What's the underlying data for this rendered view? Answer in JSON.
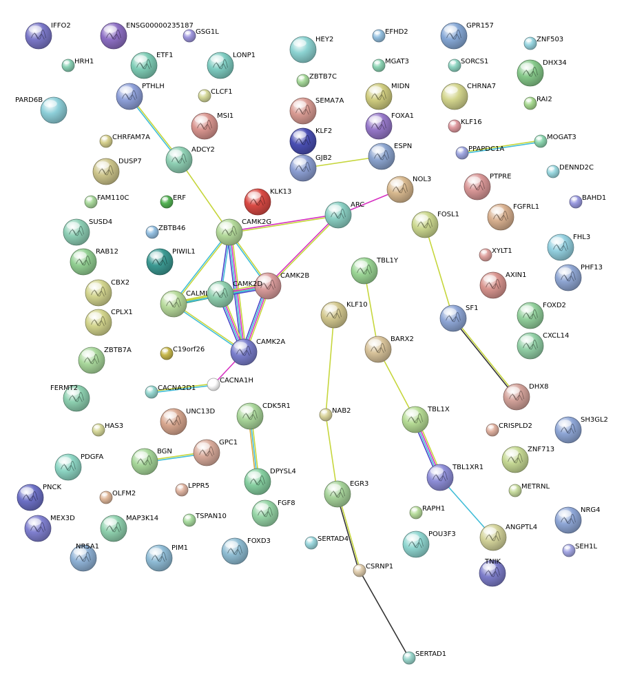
{
  "nodes": [
    {
      "id": "IFFO2",
      "label": "IFFO2",
      "size": "l",
      "color": "#7b78c9",
      "struct": true
    },
    {
      "id": "ENSG00000235187",
      "label": "ENSG00000235187",
      "size": "l",
      "color": "#8d6fc4",
      "struct": true
    },
    {
      "id": "GSG1L",
      "label": "GSG1L",
      "size": "s",
      "color": "#9e96dd",
      "struct": false
    },
    {
      "id": "HRH1",
      "label": "HRH1",
      "size": "s",
      "color": "#8ad1b5",
      "struct": false
    },
    {
      "id": "ETF1",
      "label": "ETF1",
      "size": "l",
      "color": "#7fcdb6",
      "struct": true
    },
    {
      "id": "LONP1",
      "label": "LONP1",
      "size": "l",
      "color": "#7fcdc2",
      "struct": true
    },
    {
      "id": "HEY2",
      "label": "HEY2",
      "size": "l",
      "color": "#8cd3d2",
      "struct": false
    },
    {
      "id": "EFHD2",
      "label": "EFHD2",
      "size": "s",
      "color": "#94c0e0",
      "struct": false
    },
    {
      "id": "GPR157",
      "label": "GPR157",
      "size": "l",
      "color": "#86a8d6",
      "struct": true
    },
    {
      "id": "ZNF503",
      "label": "ZNF503",
      "size": "s",
      "color": "#97d5e0",
      "struct": false
    },
    {
      "id": "MGAT3",
      "label": "MGAT3",
      "size": "s",
      "color": "#8cd4b4",
      "struct": false
    },
    {
      "id": "SORCS1",
      "label": "SORCS1",
      "size": "s",
      "color": "#8ed4c1",
      "struct": false
    },
    {
      "id": "DHX34",
      "label": "DHX34",
      "size": "l",
      "color": "#86c98a",
      "struct": true
    },
    {
      "id": "PARD6B",
      "label": "PARD6B",
      "size": "l",
      "color": "#8dcfd9",
      "struct": false
    },
    {
      "id": "PTHLH",
      "label": "PTHLH",
      "size": "l",
      "color": "#8ea0d9",
      "struct": true
    },
    {
      "id": "ZBTB7C",
      "label": "ZBTB7C",
      "size": "s",
      "color": "#a6d99a",
      "struct": false
    },
    {
      "id": "CLCF1",
      "label": "CLCF1",
      "size": "s",
      "color": "#d5d89a",
      "struct": false
    },
    {
      "id": "MIDN",
      "label": "MIDN",
      "size": "l",
      "color": "#cfcc7f",
      "struct": true
    },
    {
      "id": "CHRNA7",
      "label": "CHRNA7",
      "size": "l",
      "color": "#d3d58d",
      "struct": false
    },
    {
      "id": "RAI2",
      "label": "RAI2",
      "size": "s",
      "color": "#a6d88f",
      "struct": false
    },
    {
      "id": "SEMA7A",
      "label": "SEMA7A",
      "size": "l",
      "color": "#d99b93",
      "struct": true
    },
    {
      "id": "MSI1",
      "label": "MSI1",
      "size": "l",
      "color": "#d9958f",
      "struct": true
    },
    {
      "id": "FOXA1",
      "label": "FOXA1",
      "size": "l",
      "color": "#9678c9",
      "struct": true
    },
    {
      "id": "KLF16",
      "label": "KLF16",
      "size": "s",
      "color": "#e09aa0",
      "struct": false
    },
    {
      "id": "CHRFAM7A",
      "label": "CHRFAM7A",
      "size": "s",
      "color": "#d6d08d",
      "struct": false
    },
    {
      "id": "KLF2",
      "label": "KLF2",
      "size": "l",
      "color": "#4a4fb3",
      "struct": true
    },
    {
      "id": "ESPN",
      "label": "ESPN",
      "size": "l",
      "color": "#8ba4cf",
      "struct": true
    },
    {
      "id": "MOGAT3",
      "label": "MOGAT3",
      "size": "s",
      "color": "#8cd6b0",
      "struct": false
    },
    {
      "id": "ADCY2",
      "label": "ADCY2",
      "size": "l",
      "color": "#8fd0b4",
      "struct": true
    },
    {
      "id": "GJB2",
      "label": "GJB2",
      "size": "l",
      "color": "#8c9fd3",
      "struct": true
    },
    {
      "id": "PPAPDC1A",
      "label": "PPAPDC1A",
      "size": "s",
      "color": "#9ea6e0",
      "struct": false
    },
    {
      "id": "DUSP7",
      "label": "DUSP7",
      "size": "l",
      "color": "#cdc58b",
      "struct": true
    },
    {
      "id": "DENND2C",
      "label": "DENND2C",
      "size": "s",
      "color": "#9ad8e0",
      "struct": false
    },
    {
      "id": "NOL3",
      "label": "NOL3",
      "size": "l",
      "color": "#d8b98f",
      "struct": true
    },
    {
      "id": "PTPRE",
      "label": "PTPRE",
      "size": "l",
      "color": "#d99797",
      "struct": true
    },
    {
      "id": "KLK13",
      "label": "KLK13",
      "size": "l",
      "color": "#d94a44",
      "struct": true
    },
    {
      "id": "ERF",
      "label": "ERF",
      "size": "s",
      "color": "#54b354",
      "struct": false
    },
    {
      "id": "FAM110C",
      "label": "FAM110C",
      "size": "s",
      "color": "#a9d99c",
      "struct": false
    },
    {
      "id": "BAHD1",
      "label": "BAHD1",
      "size": "s",
      "color": "#9a9ae0",
      "struct": false
    },
    {
      "id": "ARC",
      "label": "ARC",
      "size": "l",
      "color": "#8bd0c4",
      "struct": true
    },
    {
      "id": "FGFRL1",
      "label": "FGFRL1",
      "size": "l",
      "color": "#d8b08f",
      "struct": true
    },
    {
      "id": "FOSL1",
      "label": "FOSL1",
      "size": "l",
      "color": "#ccd88f",
      "struct": true
    },
    {
      "id": "SUSD4",
      "label": "SUSD4",
      "size": "l",
      "color": "#8dcfb5",
      "struct": true
    },
    {
      "id": "ZBTB46",
      "label": "ZBTB46",
      "size": "s",
      "color": "#94c0e2",
      "struct": false
    },
    {
      "id": "CAMK2G",
      "label": "CAMK2G",
      "size": "l",
      "color": "#b3d99a",
      "struct": true
    },
    {
      "id": "FHL3",
      "label": "FHL3",
      "size": "l",
      "color": "#93d0e0",
      "struct": true
    },
    {
      "id": "PIWIL1",
      "label": "PIWIL1",
      "size": "l",
      "color": "#3c9a93",
      "struct": true
    },
    {
      "id": "RAB12",
      "label": "RAB12",
      "size": "l",
      "color": "#92cf92",
      "struct": true
    },
    {
      "id": "XYLT1",
      "label": "XYLT1",
      "size": "s",
      "color": "#e0a3a0",
      "struct": false
    },
    {
      "id": "TBL1Y",
      "label": "TBL1Y",
      "size": "l",
      "color": "#9bd695",
      "struct": true
    },
    {
      "id": "PHF13",
      "label": "PHF13",
      "size": "l",
      "color": "#8fa6d3",
      "struct": true
    },
    {
      "id": "AXIN1",
      "label": "AXIN1",
      "size": "l",
      "color": "#d9958f",
      "struct": true
    },
    {
      "id": "CBX2",
      "label": "CBX2",
      "size": "l",
      "color": "#d3d58f",
      "struct": true
    },
    {
      "id": "CAMK2B",
      "label": "CAMK2B",
      "size": "l",
      "color": "#d99b9b",
      "struct": true
    },
    {
      "id": "CALML3",
      "label": "CALML3",
      "size": "l",
      "color": "#b7da9b",
      "struct": true
    },
    {
      "id": "CAMK2D",
      "label": "CAMK2D",
      "size": "l",
      "color": "#8fcfae",
      "struct": true
    },
    {
      "id": "KLF10",
      "label": "KLF10",
      "size": "l",
      "color": "#d3c88f",
      "struct": true
    },
    {
      "id": "FOXD2",
      "label": "FOXD2",
      "size": "l",
      "color": "#92d09c",
      "struct": true
    },
    {
      "id": "CPLX1",
      "label": "CPLX1",
      "size": "l",
      "color": "#d3d58d",
      "struct": true
    },
    {
      "id": "SF1",
      "label": "SF1",
      "size": "l",
      "color": "#8ea6d6",
      "struct": true
    },
    {
      "id": "CXCL14",
      "label": "CXCL14",
      "size": "l",
      "color": "#92d0a6",
      "struct": true
    },
    {
      "id": "C19orf26",
      "label": "C19orf26",
      "size": "s",
      "color": "#c7b84c",
      "struct": false
    },
    {
      "id": "BARX2",
      "label": "BARX2",
      "size": "l",
      "color": "#d8c39a",
      "struct": true
    },
    {
      "id": "CAMK2A",
      "label": "CAMK2A",
      "size": "l",
      "color": "#7a7ecc",
      "struct": true
    },
    {
      "id": "ZBTB7A",
      "label": "ZBTB7A",
      "size": "l",
      "color": "#a9d89c",
      "struct": true
    },
    {
      "id": "FERMT2",
      "label": "FERMT2",
      "size": "l",
      "color": "#8dd0b0",
      "struct": true
    },
    {
      "id": "CACNA2D1",
      "label": "CACNA2D1",
      "size": "s",
      "color": "#96d7d0",
      "struct": false
    },
    {
      "id": "CACNA1H",
      "label": "CACNA1H",
      "size": "s",
      "color": "#ffffff",
      "struct": false
    },
    {
      "id": "DHX8",
      "label": "DHX8",
      "size": "l",
      "color": "#d3a29a",
      "struct": true
    },
    {
      "id": "CDK5R1",
      "label": "CDK5R1",
      "size": "l",
      "color": "#a9d69a",
      "struct": true
    },
    {
      "id": "NAB2",
      "label": "NAB2",
      "size": "s",
      "color": "#dbd59d",
      "struct": false
    },
    {
      "id": "TBL1X",
      "label": "TBL1X",
      "size": "l",
      "color": "#b6dc95",
      "struct": true
    },
    {
      "id": "HAS3",
      "label": "HAS3",
      "size": "s",
      "color": "#d6d89a",
      "struct": false
    },
    {
      "id": "UNC13D",
      "label": "UNC13D",
      "size": "l",
      "color": "#d8a78f",
      "struct": true
    },
    {
      "id": "CRISPLD2",
      "label": "CRISPLD2",
      "size": "s",
      "color": "#e0b1a0",
      "struct": false
    },
    {
      "id": "SH3GL2",
      "label": "SH3GL2",
      "size": "l",
      "color": "#8ea6d6",
      "struct": true
    },
    {
      "id": "GPC1",
      "label": "GPC1",
      "size": "l",
      "color": "#d9ab9b",
      "struct": true
    },
    {
      "id": "BGN",
      "label": "BGN",
      "size": "l",
      "color": "#a7d79a",
      "struct": true
    },
    {
      "id": "PDGFA",
      "label": "PDGFA",
      "size": "l",
      "color": "#8dd6c4",
      "struct": true
    },
    {
      "id": "ZNF713",
      "label": "ZNF713",
      "size": "l",
      "color": "#c6d994",
      "struct": true
    },
    {
      "id": "TBL1XR1",
      "label": "TBL1XR1",
      "size": "l",
      "color": "#8e8ed8",
      "struct": true
    },
    {
      "id": "PNCK",
      "label": "PNCK",
      "size": "l",
      "color": "#6c70c6",
      "struct": true
    },
    {
      "id": "LPPR5",
      "label": "LPPR5",
      "size": "s",
      "color": "#e0b5a2",
      "struct": false
    },
    {
      "id": "DPYSL4",
      "label": "DPYSL4",
      "size": "l",
      "color": "#86cfa0",
      "struct": true
    },
    {
      "id": "METRNL",
      "label": "METRNL",
      "size": "s",
      "color": "#c8dc9f",
      "struct": false
    },
    {
      "id": "OLFM2",
      "label": "OLFM2",
      "size": "s",
      "color": "#e0b89a",
      "struct": false
    },
    {
      "id": "EGR3",
      "label": "EGR3",
      "size": "l",
      "color": "#a6d39a",
      "struct": true
    },
    {
      "id": "NRG4",
      "label": "NRG4",
      "size": "l",
      "color": "#8ea6d6",
      "struct": true
    },
    {
      "id": "RAPH1",
      "label": "RAPH1",
      "size": "s",
      "color": "#b8dc9c",
      "struct": false
    },
    {
      "id": "MEX3D",
      "label": "MEX3D",
      "size": "l",
      "color": "#8080d0",
      "struct": true
    },
    {
      "id": "MAP3K14",
      "label": "MAP3K14",
      "size": "l",
      "color": "#8fd1ae",
      "struct": true
    },
    {
      "id": "TSPAN10",
      "label": "TSPAN10",
      "size": "s",
      "color": "#a9dca0",
      "struct": false
    },
    {
      "id": "FGF8",
      "label": "FGF8",
      "size": "l",
      "color": "#96d5a6",
      "struct": true
    },
    {
      "id": "ANGPTL4",
      "label": "ANGPTL4",
      "size": "l",
      "color": "#d3d39a",
      "struct": true
    },
    {
      "id": "SEH1L",
      "label": "SEH1L",
      "size": "s",
      "color": "#a3a6e3",
      "struct": false
    },
    {
      "id": "POU3F3",
      "label": "POU3F3",
      "size": "l",
      "color": "#8fd6d0",
      "struct": true
    },
    {
      "id": "SERTAD4",
      "label": "SERTAD4",
      "size": "s",
      "color": "#9ad6dc",
      "struct": false
    },
    {
      "id": "PIM1",
      "label": "PIM1",
      "size": "l",
      "color": "#8fbcd6",
      "struct": true
    },
    {
      "id": "NR5A1",
      "label": "NR5A1",
      "size": "l",
      "color": "#8fb2d6",
      "struct": true
    },
    {
      "id": "FOXD3",
      "label": "FOXD3",
      "size": "l",
      "color": "#8fbdd3",
      "struct": true
    },
    {
      "id": "TNIK",
      "label": "TNIK",
      "size": "l",
      "color": "#7d7dca",
      "struct": true
    },
    {
      "id": "CSRNP1",
      "label": "CSRNP1",
      "size": "s",
      "color": "#e0cdae",
      "struct": false
    },
    {
      "id": "SERTAD1",
      "label": "SERTAD1",
      "size": "s",
      "color": "#9ad6cc",
      "struct": false
    }
  ],
  "edges": [
    {
      "a": "PTHLH",
      "b": "ADCY2",
      "colors": [
        "#c6d63c",
        "#41bdd8"
      ]
    },
    {
      "a": "ADCY2",
      "b": "CAMK2G",
      "colors": [
        "#c6d63c"
      ]
    },
    {
      "a": "GJB2",
      "b": "ESPN",
      "colors": [
        "#c6d63c"
      ]
    },
    {
      "a": "PPAPDC1A",
      "b": "MOGAT3",
      "colors": [
        "#c6d63c",
        "#41bdd8"
      ]
    },
    {
      "a": "ARC",
      "b": "NOL3",
      "colors": [
        "#d62fc1"
      ]
    },
    {
      "a": "ARC",
      "b": "CAMK2G",
      "colors": [
        "#c6d63c",
        "#d62fc1"
      ]
    },
    {
      "a": "ARC",
      "b": "CAMK2B",
      "colors": [
        "#c6d63c",
        "#d62fc1"
      ]
    },
    {
      "a": "CAMK2G",
      "b": "CALML3",
      "colors": [
        "#c6d63c",
        "#41bdd8"
      ]
    },
    {
      "a": "CAMK2G",
      "b": "CAMK2D",
      "colors": [
        "#41bdd8",
        "#4a44c9"
      ]
    },
    {
      "a": "CAMK2G",
      "b": "CAMK2A",
      "colors": [
        "#c6d63c",
        "#d62fc1",
        "#41bdd8",
        "#4a44c9"
      ]
    },
    {
      "a": "CAMK2G",
      "b": "CAMK2B",
      "colors": [
        "#c6d63c",
        "#41bdd8"
      ]
    },
    {
      "a": "CALML3",
      "b": "CAMK2D",
      "colors": [
        "#c6d63c",
        "#41bdd8",
        "#2a8a63"
      ]
    },
    {
      "a": "CALML3",
      "b": "CAMK2B",
      "colors": [
        "#c6d63c",
        "#41bdd8"
      ]
    },
    {
      "a": "CALML3",
      "b": "CAMK2A",
      "colors": [
        "#c6d63c",
        "#41bdd8"
      ]
    },
    {
      "a": "CAMK2D",
      "b": "CAMK2B",
      "colors": [
        "#c6d63c",
        "#d62fc1",
        "#41bdd8",
        "#4a44c9"
      ]
    },
    {
      "a": "CAMK2D",
      "b": "CAMK2A",
      "colors": [
        "#c6d63c",
        "#d62fc1",
        "#41bdd8",
        "#4a44c9"
      ]
    },
    {
      "a": "CAMK2B",
      "b": "CAMK2A",
      "colors": [
        "#c6d63c",
        "#d62fc1",
        "#41bdd8",
        "#4a44c9"
      ]
    },
    {
      "a": "CAMK2A",
      "b": "CACNA1H",
      "colors": [
        "#d62fc1"
      ]
    },
    {
      "a": "CACNA2D1",
      "b": "CACNA1H",
      "colors": [
        "#c6d63c",
        "#41bdd8"
      ]
    },
    {
      "a": "FOSL1",
      "b": "SF1",
      "colors": [
        "#c6d63c"
      ]
    },
    {
      "a": "SF1",
      "b": "DHX8",
      "colors": [
        "#c6d63c",
        "#333333"
      ]
    },
    {
      "a": "TBL1Y",
      "b": "BARX2",
      "colors": [
        "#c6d63c"
      ]
    },
    {
      "a": "BARX2",
      "b": "TBL1X",
      "colors": [
        "#c6d63c"
      ]
    },
    {
      "a": "KLF10",
      "b": "NAB2",
      "colors": [
        "#c6d63c"
      ]
    },
    {
      "a": "NAB2",
      "b": "EGR3",
      "colors": [
        "#c6d63c"
      ]
    },
    {
      "a": "TBL1X",
      "b": "TBL1XR1",
      "colors": [
        "#c6d63c",
        "#d62fc1",
        "#41bdd8",
        "#4a44c9"
      ]
    },
    {
      "a": "TBL1XR1",
      "b": "ANGPTL4",
      "colors": [
        "#41bdd8"
      ]
    },
    {
      "a": "CDK5R1",
      "b": "DPYSL4",
      "colors": [
        "#c6d63c",
        "#41bdd8",
        "#d6a63c"
      ]
    },
    {
      "a": "BGN",
      "b": "GPC1",
      "colors": [
        "#c6d63c",
        "#41bdd8"
      ]
    },
    {
      "a": "EGR3",
      "b": "CSRNP1",
      "colors": [
        "#c6d63c",
        "#333333"
      ]
    },
    {
      "a": "CSRNP1",
      "b": "SERTAD1",
      "colors": [
        "#333333"
      ]
    }
  ]
}
